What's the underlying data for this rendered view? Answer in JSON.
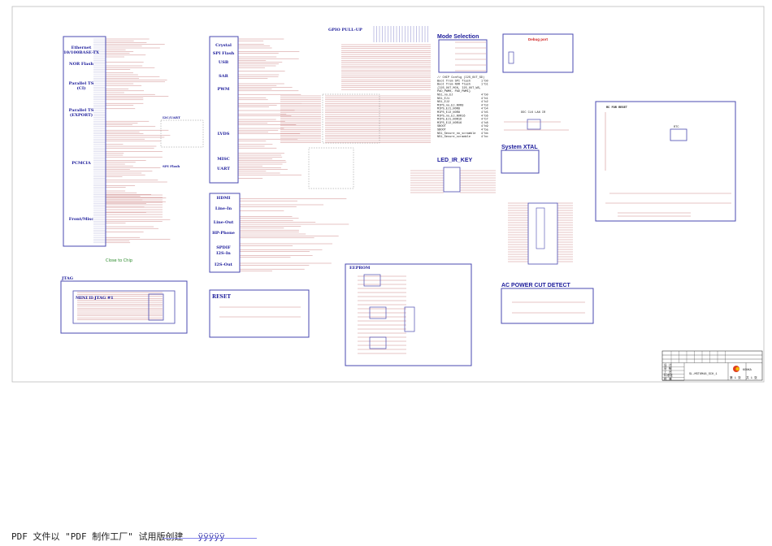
{
  "schematic": {
    "main_chip_sections": [
      "Ethernet\n10/100BASE-TX",
      "NOR Flash",
      "Parallel TS\n(CI)",
      "Parallel TS\n(EXPORT)",
      "PCMCIA",
      "Front/Misc"
    ],
    "chip2_sections": [
      "Crystal",
      "SPI Flash",
      "USB",
      "SAR",
      "PWM",
      "LVDS",
      "MISC",
      "UART"
    ],
    "chip3_sections": [
      "HDMI",
      "Line-In",
      "Line-Out",
      "HP-Phone",
      "SPDIF",
      "I2S-In",
      "I2S-Out"
    ],
    "blocks": {
      "gpio_pullup": "GPIO PULL-UP",
      "mode_selection": "Mode Selection",
      "debug_port": "Debug port",
      "system_xtal": "System XTAL",
      "led_ir_key": "LED_IR_KEY",
      "eeprom": "EEPROM",
      "reset": "RESET",
      "ac_power_cut": "AC POWER CUT DETECT",
      "jtag": "JTAG",
      "mini_jtag": "MINI II-JTAG #1",
      "i2c_uart": "I2C/UART",
      "spi_flash": "SPI Flash",
      "close_to_chip": "Close to Chip",
      "rtc": "RTC",
      "rtc_reset": "RC FOR RESET",
      "ddc": "DDC CLK LAN IR"
    },
    "mode_config": [
      [
        "// CHIP Config  (I2S_OUT_SD)",
        ""
      ],
      [
        "Boot from SPI flash",
        "1'b0"
      ],
      [
        "Boot from NOR flash",
        "1'b1"
      ],
      [
        "{I2S_OUT_MCK, I2S_OUT_WS,",
        ""
      ],
      [
        " PAD_PWM0, PAD_PWM1}",
        ""
      ],
      [
        "NS1_no_EJ",
        "4'b0"
      ],
      [
        "NS1_EJ1",
        "4'b1"
      ],
      [
        "NS1_EJ2",
        "4'b2"
      ],
      [
        "MIPS_no_EJ_NOR8",
        "4'b3"
      ],
      [
        "MIPS_EJ1_NOR8",
        "4'b4"
      ],
      [
        "MIPS_EJ2_NOR8",
        "4'b5"
      ],
      [
        "MIPS_no_EJ_NOR16",
        "4'b6"
      ],
      [
        "MIPS_EJ1_NOR16",
        "4'b7"
      ],
      [
        "MIPS_EJ2_NOR16",
        "4'b8"
      ],
      [
        "SBOOT",
        "4'b9"
      ],
      [
        "SBOOT",
        "4'ba"
      ],
      [
        "NS1_Secure_no_scramble",
        "4'bb"
      ],
      [
        "NS1_Secure_scramble",
        "4'bc"
      ]
    ],
    "title_block": {
      "drawing_name": "SL-MST6M48_SCH_1",
      "company": "KONKA",
      "rows": [
        "设 计",
        "审 核",
        "工 艺",
        "标准化",
        "批 准"
      ],
      "sheet_label": "第 1 张",
      "total_label": "共 1 张"
    }
  },
  "footer": {
    "text": "PDF 文件以 \"PDF 制作工厂\" 试用版创建",
    "link": "ÿÿÿÿÿ"
  },
  "colors": {
    "frame": "#4a4ab0",
    "wire": "#c87a7a",
    "text_blue": "#1a1a9a",
    "net_red": "#d02020",
    "net_green": "#2a8a2a"
  }
}
